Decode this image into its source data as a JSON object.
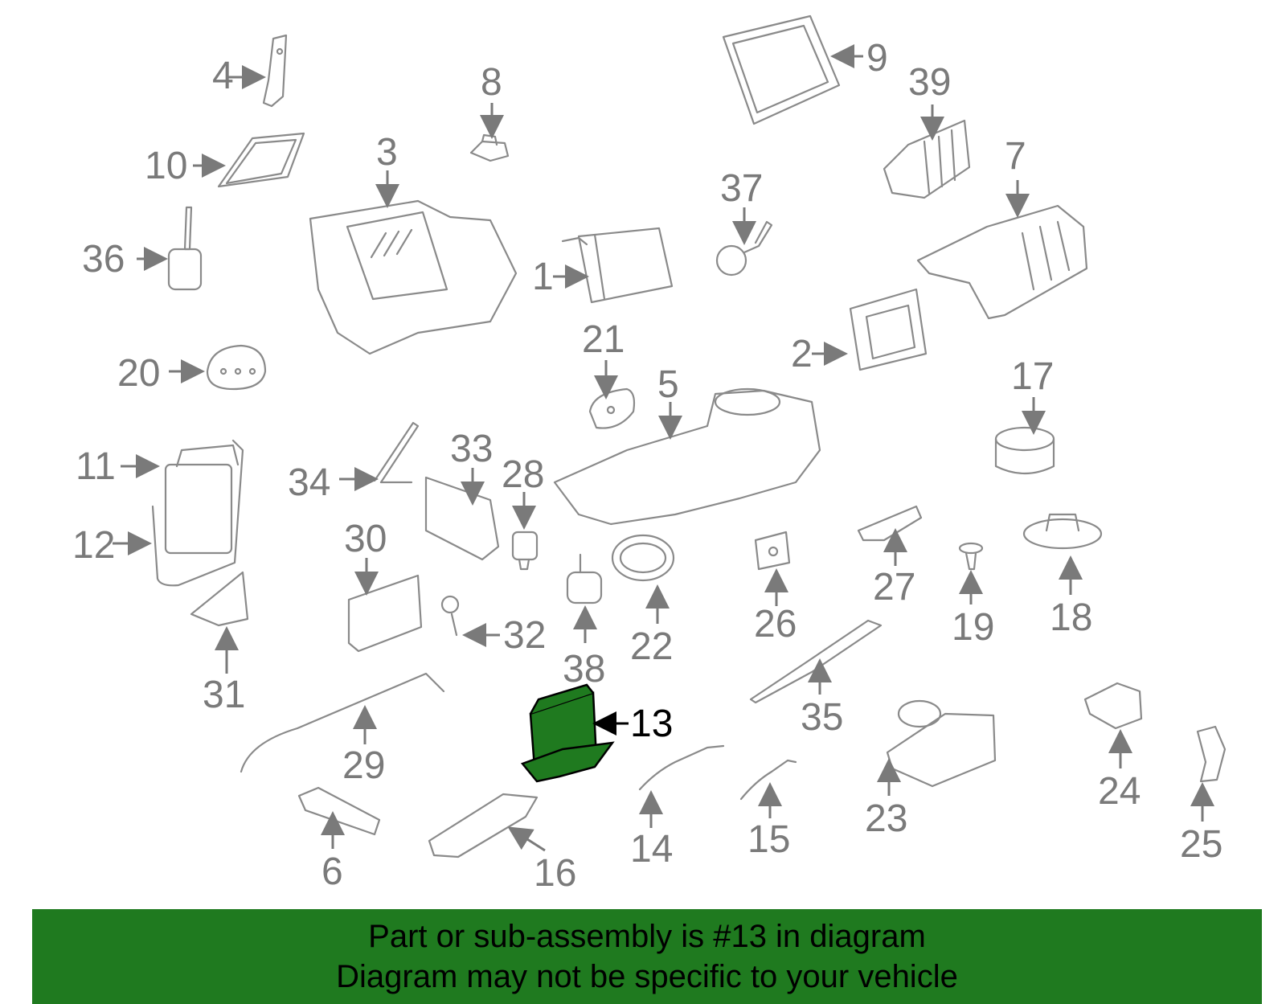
{
  "colors": {
    "highlight": "#1f7a1f",
    "part_stroke": "#8a8a8a",
    "label": "#7a7a7a"
  },
  "highlighted_part": "13",
  "callouts": [
    {
      "label": "1"
    },
    {
      "label": "2"
    },
    {
      "label": "3"
    },
    {
      "label": "4"
    },
    {
      "label": "5"
    },
    {
      "label": "6"
    },
    {
      "label": "7"
    },
    {
      "label": "8"
    },
    {
      "label": "9"
    },
    {
      "label": "10"
    },
    {
      "label": "11"
    },
    {
      "label": "12"
    },
    {
      "label": "13"
    },
    {
      "label": "14"
    },
    {
      "label": "15"
    },
    {
      "label": "16"
    },
    {
      "label": "17"
    },
    {
      "label": "18"
    },
    {
      "label": "19"
    },
    {
      "label": "20"
    },
    {
      "label": "21"
    },
    {
      "label": "22"
    },
    {
      "label": "23"
    },
    {
      "label": "24"
    },
    {
      "label": "25"
    },
    {
      "label": "26"
    },
    {
      "label": "27"
    },
    {
      "label": "28"
    },
    {
      "label": "29"
    },
    {
      "label": "30"
    },
    {
      "label": "31"
    },
    {
      "label": "32"
    },
    {
      "label": "33"
    },
    {
      "label": "34"
    },
    {
      "label": "35"
    },
    {
      "label": "36"
    },
    {
      "label": "37"
    },
    {
      "label": "38"
    },
    {
      "label": "39"
    }
  ],
  "banner": {
    "line1": "Part or sub-assembly is #13 in diagram",
    "line2": "Diagram may not be specific to your vehicle"
  }
}
